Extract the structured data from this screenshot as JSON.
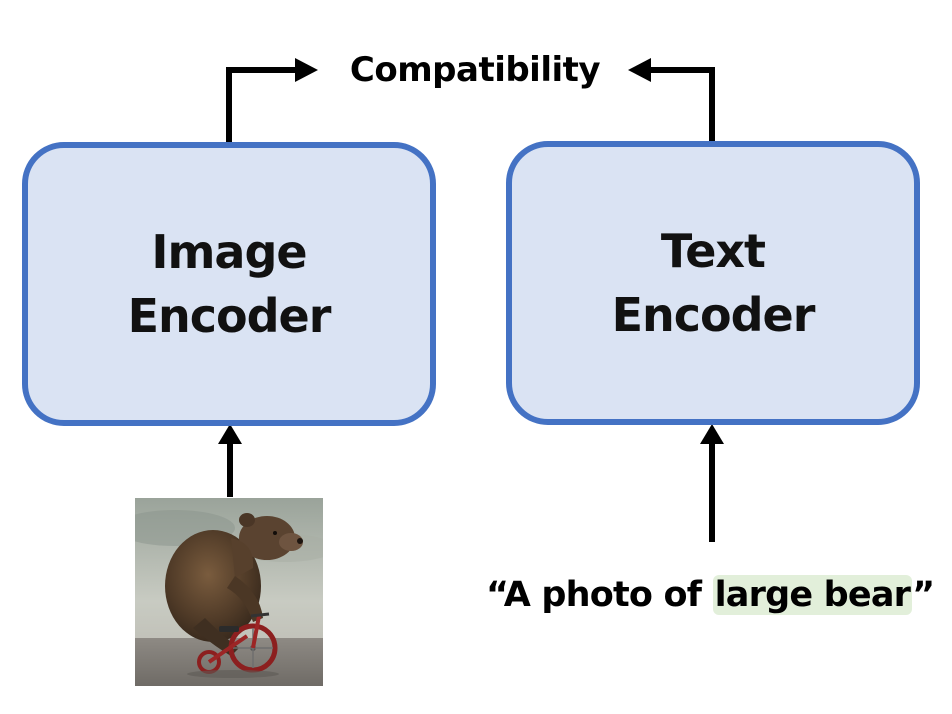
{
  "compatibility_label": "Compatibility",
  "image_encoder": {
    "line1": "Image",
    "line2": "Encoder"
  },
  "text_encoder": {
    "line1": "Text",
    "line2": "Encoder"
  },
  "caption": {
    "open_quote_prefix": "“A photo of ",
    "highlighted": "large bear",
    "close_quote": "”"
  },
  "input_image": "bear-riding-tricycle-photo",
  "colors": {
    "box_fill": "#dae3f3",
    "box_border": "#4472c4",
    "highlight": "#e2efda",
    "arrow": "#000000"
  }
}
